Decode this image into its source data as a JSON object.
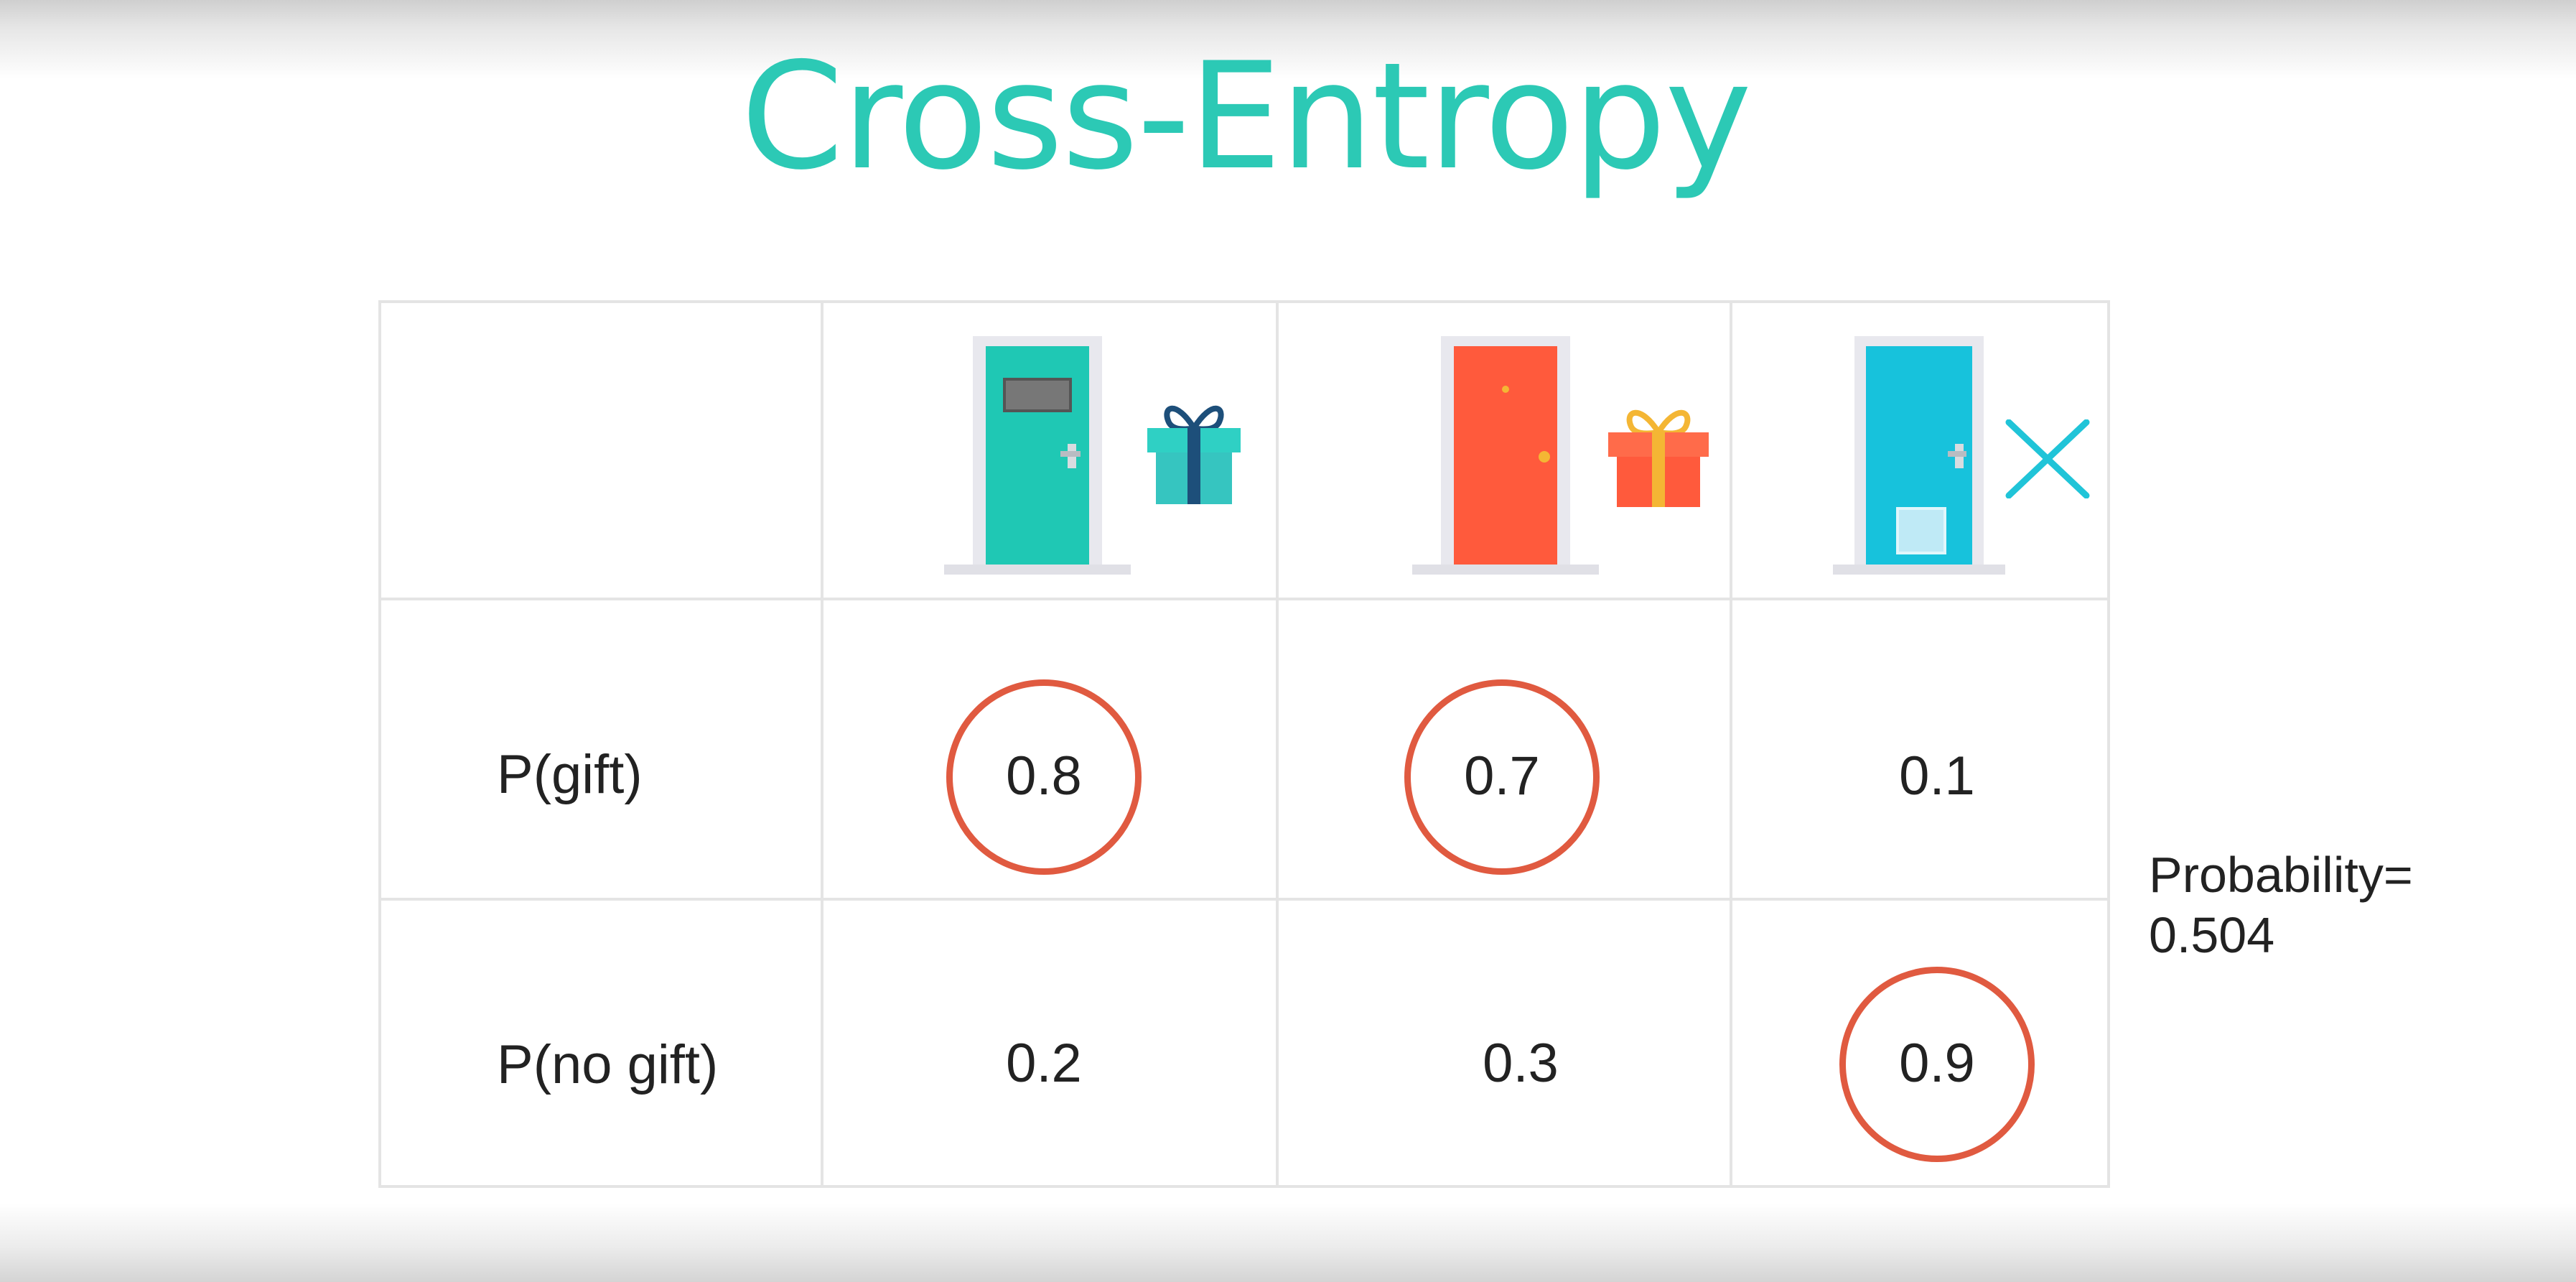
{
  "title": "Cross-Entropy",
  "columns": [
    {
      "door_color": "#1fc8b4",
      "icon": "gift-icon",
      "icon_color": "#36c5c0"
    },
    {
      "door_color": "#ff5a3c",
      "icon": "gift-icon",
      "icon_color": "#ff5a3c"
    },
    {
      "door_color": "#17c2dc",
      "icon": "cross-icon",
      "icon_color": "#20c4d8"
    }
  ],
  "rows": [
    {
      "label": "P(gift)",
      "values": [
        "0.8",
        "0.7",
        "0.1"
      ],
      "circled": [
        true,
        true,
        false
      ]
    },
    {
      "label": "P(no gift)",
      "values": [
        "0.2",
        "0.3",
        "0.9"
      ],
      "circled": [
        false,
        false,
        true
      ]
    }
  ],
  "note": {
    "line1": "Probability=",
    "line2": "0.504"
  },
  "colors": {
    "accent": "#2cc9b5",
    "circle": "#e05a40",
    "grid": "#e4e4e4"
  }
}
